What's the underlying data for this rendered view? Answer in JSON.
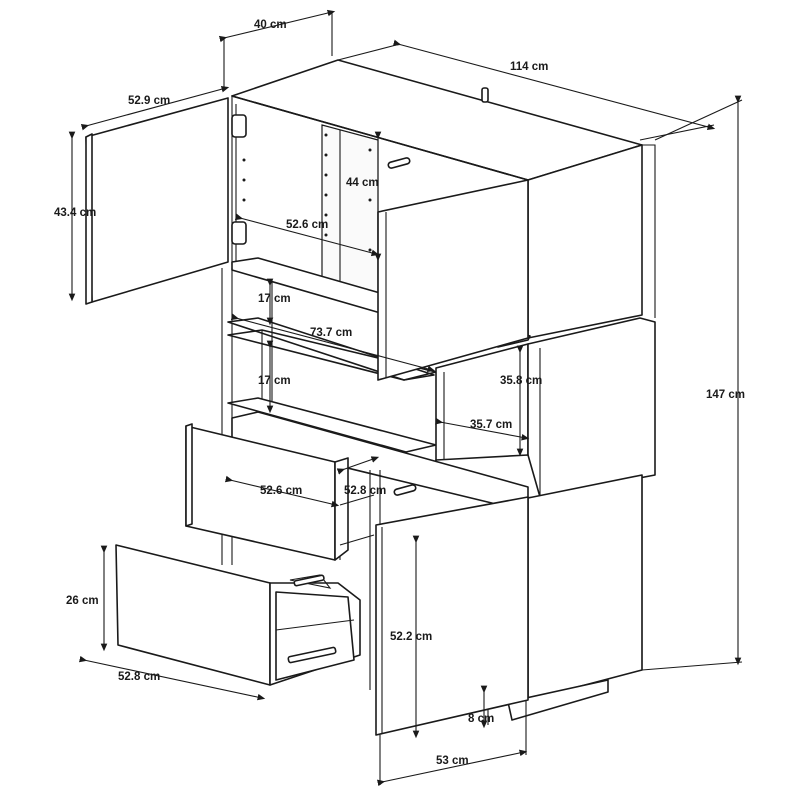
{
  "dimensions": {
    "depth": "40 cm",
    "width": "114 cm",
    "top_door_width": "52.9 cm",
    "top_door_height": "43.4 cm",
    "inner_height_top": "44 cm",
    "inner_width_top": "52.6 cm",
    "shelf_gap_1": "17 cm",
    "shelf_width": "73.7 cm",
    "shelf_gap_2": "17 cm",
    "cube_height": "35.8 cm",
    "cube_width": "35.7 cm",
    "total_height": "147 cm",
    "drawer_width_1": "52.6 cm",
    "drawer_depth": "52.8 cm",
    "drawer_height": "26 cm",
    "drawer_width_2": "52.8 cm",
    "bottom_door_height": "52.2 cm",
    "plinth_height": "8 cm",
    "bottom_door_width": "53 cm"
  }
}
